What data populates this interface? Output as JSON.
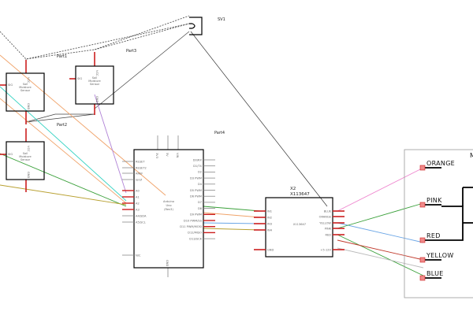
{
  "labels": {
    "sv1": "SV1",
    "part1": "Part1",
    "part2": "Part2",
    "part3": "Part3",
    "part4": "Part4"
  },
  "sensor_title": [
    "Soil",
    "Moisture",
    "Sensor"
  ],
  "sensor_pins": [
    "SIG",
    "VCC",
    "GND"
  ],
  "arduino": {
    "title": [
      "Arduino",
      "Uno",
      "(Rev3)"
    ],
    "left_pins": [
      "RESET",
      "RESET2",
      "AREF",
      "ioref",
      "A0",
      "A1",
      "A2",
      "A3",
      "A4/SDA",
      "A5/SCL",
      "N/C"
    ],
    "right_pins": [
      "D0/RX",
      "D1/TX",
      "D2",
      "D3 PWM",
      "D4",
      "D5 PWM",
      "D6 PWM",
      "D7",
      "D8",
      "D9 PWM",
      "D10 PWM/SS",
      "D11 PWM/MOSI",
      "D12/MISO",
      "D13/SCK"
    ],
    "top_pins": [
      "3V3",
      "5V",
      "VIN"
    ],
    "bottom_pins": [
      "GND"
    ]
  },
  "driver": {
    "ref": "X2",
    "part": "X113647",
    "center": "X113647",
    "left_pins": [
      "IN1",
      "IN2",
      "IN3",
      "IN4",
      "GND"
    ],
    "right_pins": [
      "BLUE",
      "ORANGE",
      "YELLOW",
      "PINK",
      "RED",
      "+5-12V"
    ]
  },
  "motor": {
    "ref": "M",
    "wires": [
      "ORANGE",
      "PINK",
      "RED",
      "YELLOW",
      "BLUE"
    ]
  },
  "wire_colors": {
    "orange": "#f0a36a",
    "cyan": "#36d3c3",
    "green": "#3aa03a",
    "purple": "#b183d6",
    "pink": "#ef87cf",
    "blue": "#6ba6e6",
    "red": "#c0392b",
    "olive": "#b8a030",
    "gray": "#bbbbbb",
    "pin_red": "#cc1f1f"
  }
}
